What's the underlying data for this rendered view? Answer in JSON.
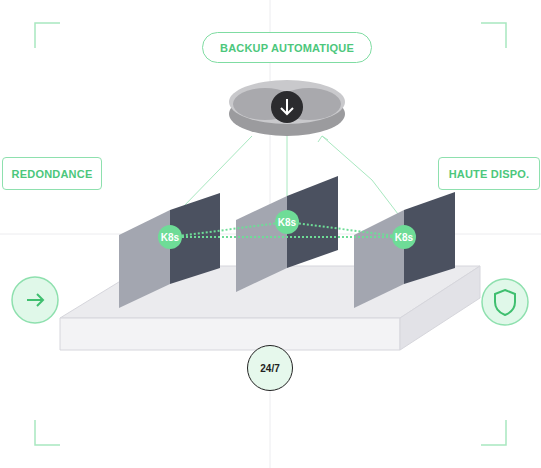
{
  "diagram": {
    "nodes": [
      {
        "text": [
          "BACKUP AUTOMATIQUE"
        ]
      },
      {
        "text": [
          "REDONDANCE"
        ]
      },
      {
        "text": [
          "HAUTE DISPO."
        ]
      },
      {
        "text": [
          "K8s"
        ]
      },
      {
        "text": [
          "K8s"
        ]
      },
      {
        "text": [
          "K8s"
        ]
      },
      {
        "text": [
          "24/7"
        ]
      }
    ],
    "edges": [
      {
        "from": 3,
        "to": 4,
        "arrow": "none"
      },
      {
        "from": 4,
        "to": 5,
        "arrow": "none"
      },
      {
        "from": 3,
        "to": 5,
        "arrow": "none"
      }
    ]
  }
}
